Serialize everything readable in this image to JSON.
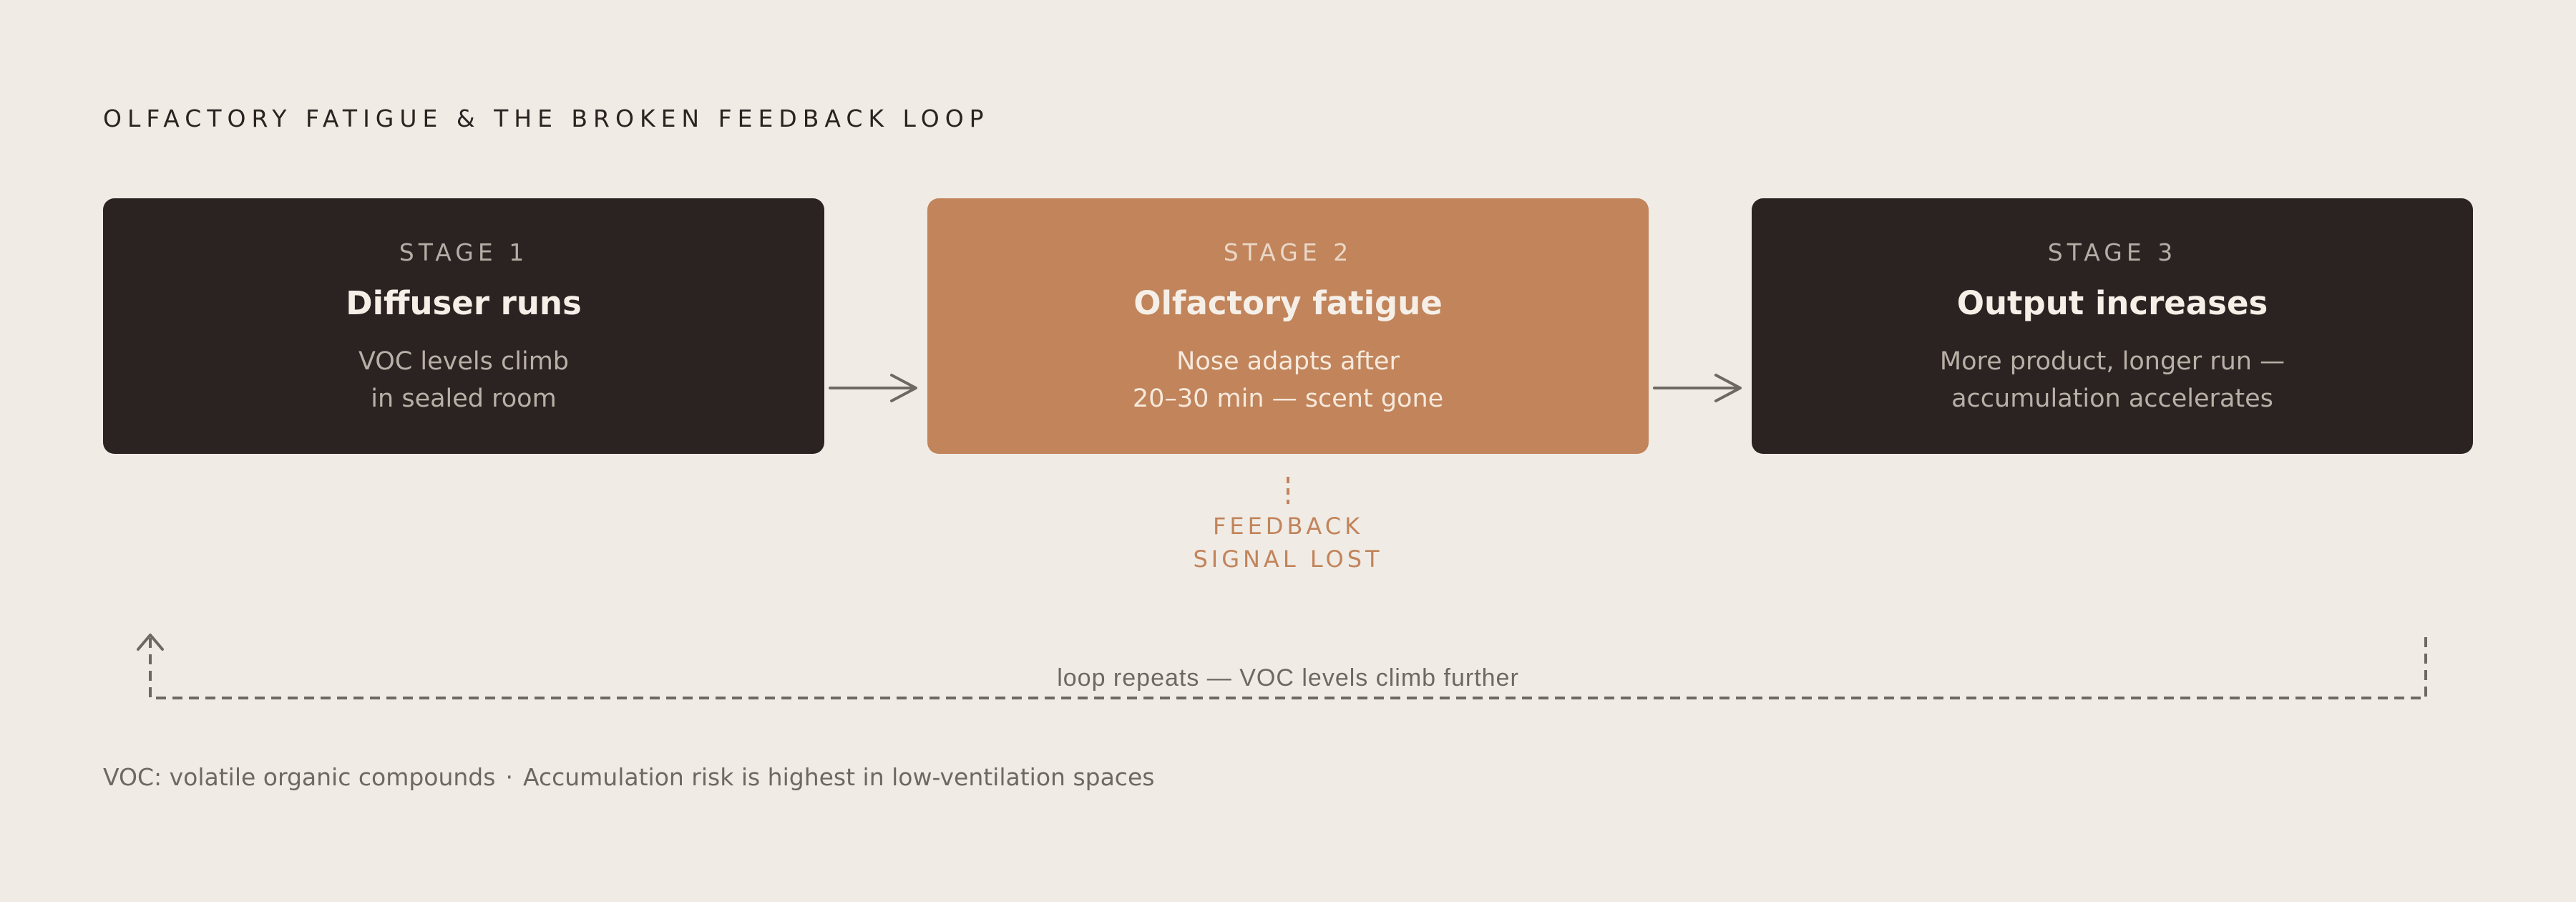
{
  "title": "OLFACTORY FATIGUE & THE BROKEN FEEDBACK LOOP",
  "stages": [
    {
      "label": "STAGE 1",
      "title": "Diffuser runs",
      "desc": [
        "VOC levels climb",
        "in sealed room"
      ]
    },
    {
      "label": "STAGE 2",
      "title": "Olfactory fatigue",
      "desc": [
        "Nose adapts after",
        "20–30 min — scent gone"
      ]
    },
    {
      "label": "STAGE 3",
      "title": "Output increases",
      "desc": [
        "More product, longer run —",
        "accumulation accelerates"
      ]
    }
  ],
  "feedback": [
    "FEEDBACK",
    "SIGNAL LOST"
  ],
  "loop_label": "loop repeats — VOC levels climb further",
  "footnote": {
    "left": "VOC: volatile organic compounds",
    "separator": "·",
    "right": "Accumulation risk is highest in low-ventilation spaces"
  },
  "colors": {
    "background": "#f0ebe5",
    "dark_box": "#2b2321",
    "accent_box": "#c1845b",
    "connector": "#6e6863"
  }
}
